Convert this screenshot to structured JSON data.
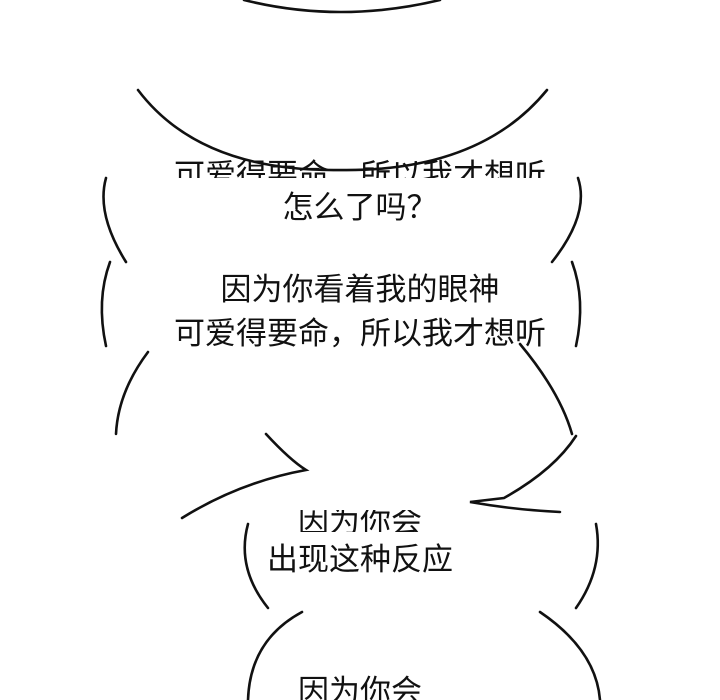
{
  "bubble1": {
    "partial_line": "可爱得要命，所以我才想听",
    "line": "怎么了吗？"
  },
  "bubble2": {
    "line1": "因为你看着我的眼神",
    "line2": "可爱得要命，所以我才想听"
  },
  "bubble3": {
    "partial_line": "因为你会",
    "line": "出现这种反应"
  },
  "bubble4": {
    "line": "因为你会"
  }
}
